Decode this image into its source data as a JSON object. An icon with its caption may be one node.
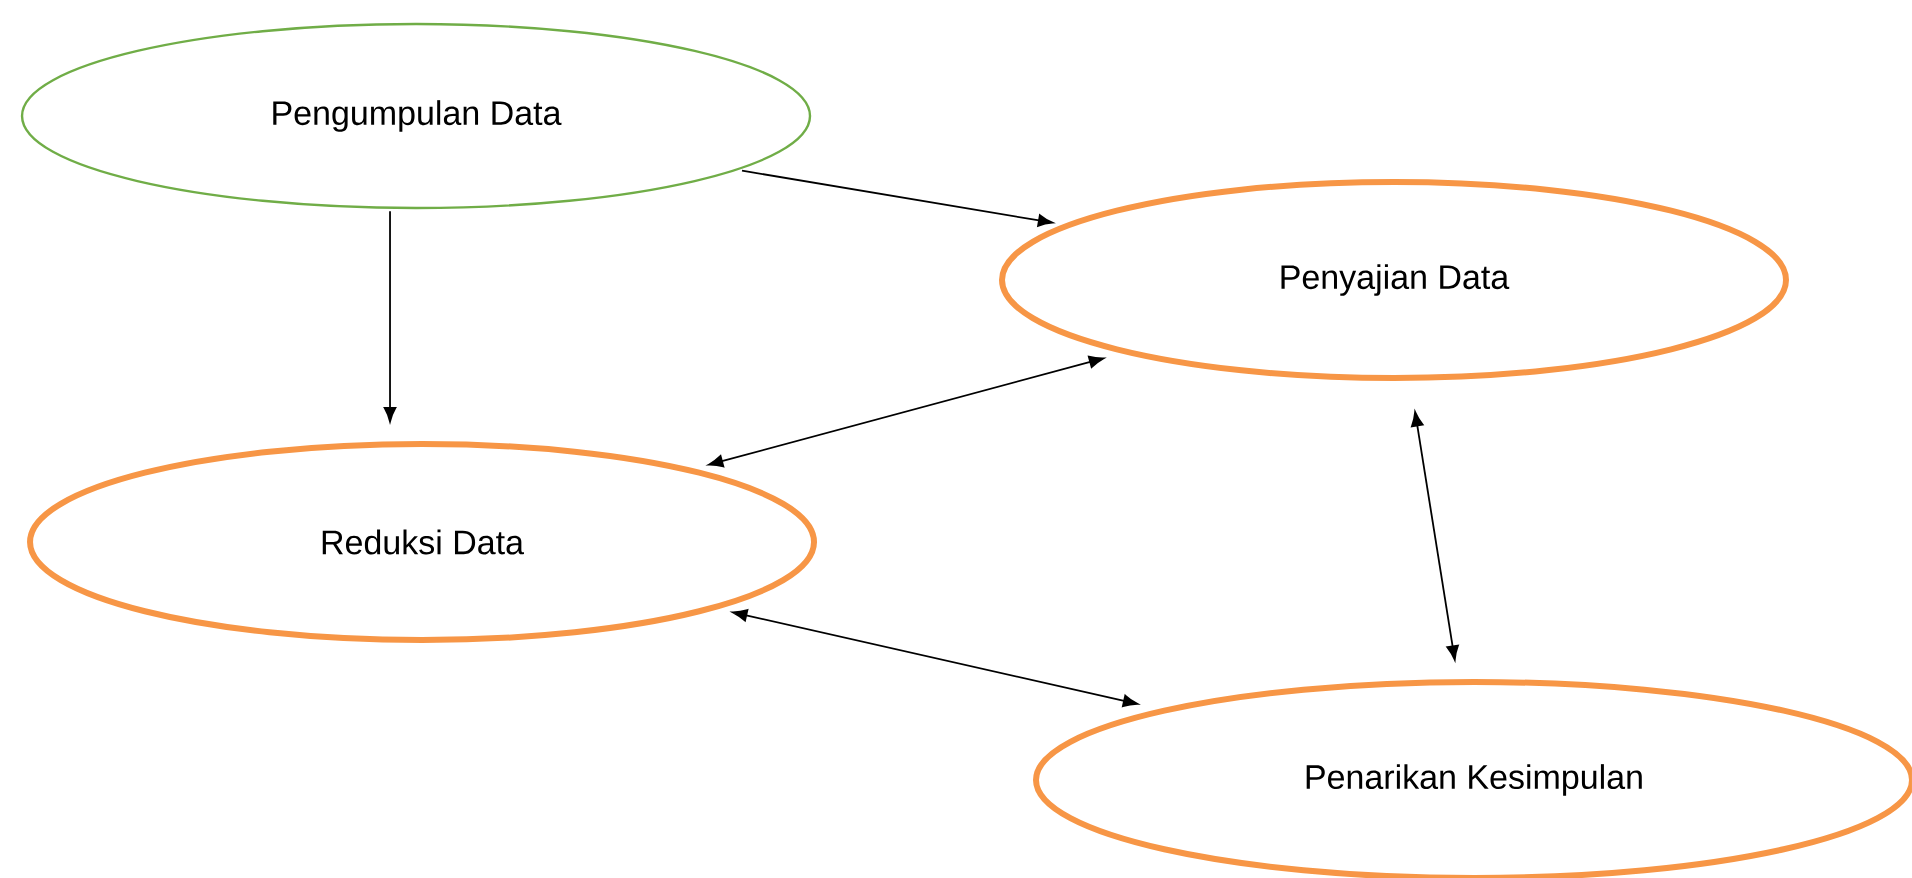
{
  "diagram": {
    "nodes": [
      {
        "text": [
          "Pengumpulan Data"
        ]
      },
      {
        "text": [
          "Penyajian Data"
        ]
      },
      {
        "text": [
          "Reduksi Data"
        ]
      },
      {
        "text": [
          "Penarikan Kesimpulan"
        ]
      }
    ],
    "edges": [
      {
        "from": 0,
        "to": 1,
        "arrow": "to"
      },
      {
        "from": 0,
        "to": 2,
        "arrow": "to"
      },
      {
        "from": 1,
        "to": 2,
        "arrow": "both"
      },
      {
        "from": 1,
        "to": 3,
        "arrow": "both"
      },
      {
        "from": 2,
        "to": 3,
        "arrow": "both"
      }
    ]
  }
}
